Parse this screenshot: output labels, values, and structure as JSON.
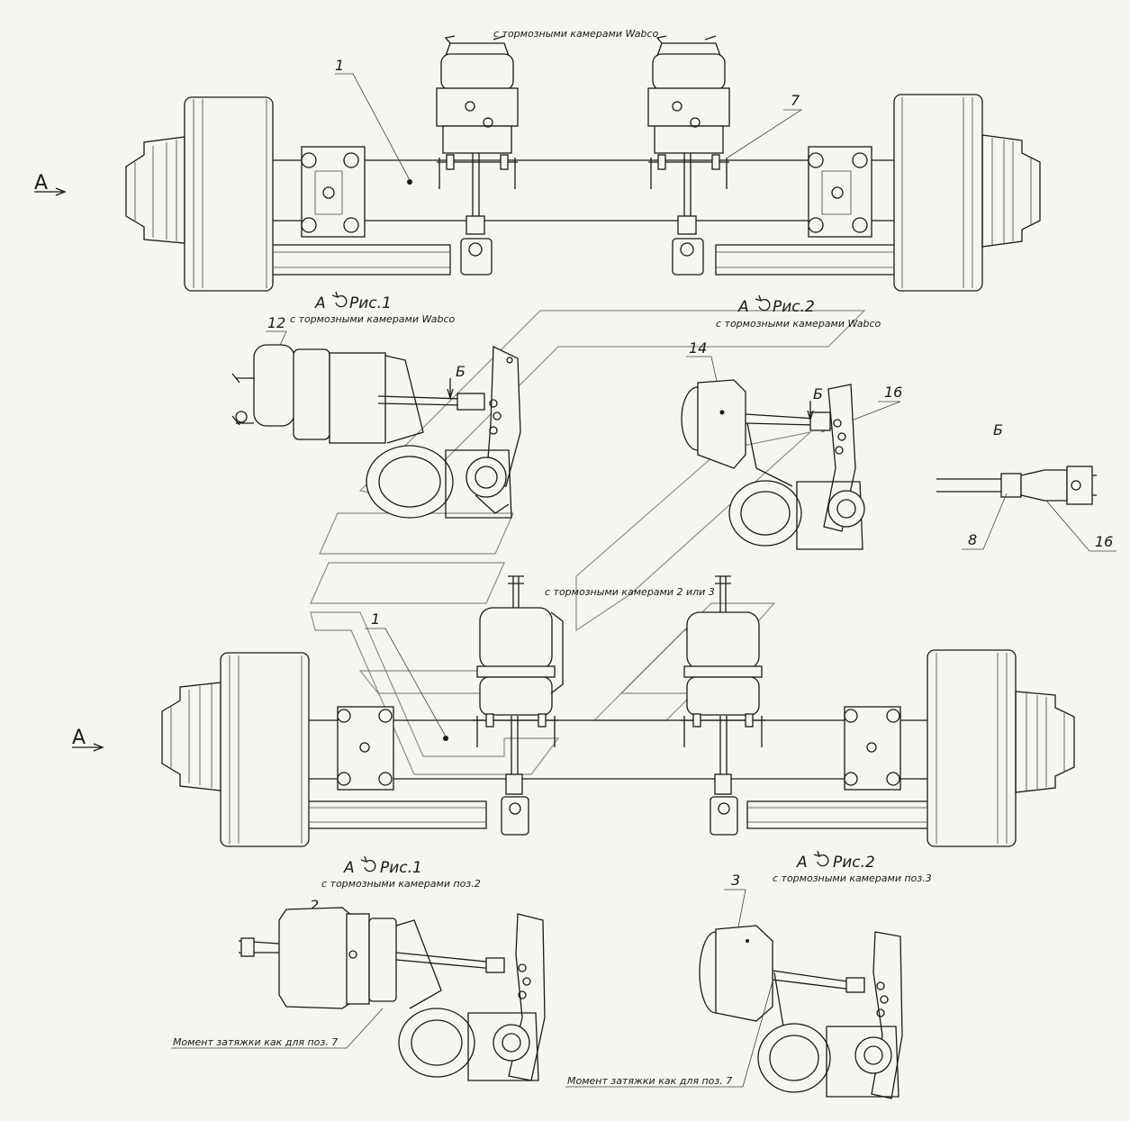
{
  "captions": {
    "top_assembly": "с тормозными камерами Wabco",
    "view1_wabco": "с тормозными камерами Wabco",
    "view2_wabco": "с тормозными камерами Wabco",
    "bottom_assembly": "с тормозными камерами 2 или 3",
    "view1_poz2": "с тормозными камерами поз.2",
    "view2_poz3": "с тормозными камерами поз.3",
    "detail_b": "Б"
  },
  "views": {
    "view1": "А",
    "view1_fig": "Рис.1",
    "view2": "А",
    "view2_fig": "Рис.2",
    "view1b": "А",
    "view1b_fig": "Рис.1",
    "view2b": "А",
    "view2b_fig": "Рис.2",
    "arrow_top": "А",
    "arrow_bottom": "А",
    "b_mark1": "Б",
    "b_mark2": "Б"
  },
  "callouts": {
    "pos1_top": "1",
    "pos7": "7",
    "pos12": "12",
    "pos14": "14",
    "pos16": "16",
    "pos8": "8",
    "pos16b": "16",
    "pos1_bottom": "1",
    "pos2": "2",
    "pos3": "3"
  },
  "notes": {
    "torque1": "Момент затяжки как для поз. 7",
    "torque2": "Момент затяжки как для поз. 7"
  },
  "icons": {
    "view_rotation": "rotation-arrow-icon"
  }
}
